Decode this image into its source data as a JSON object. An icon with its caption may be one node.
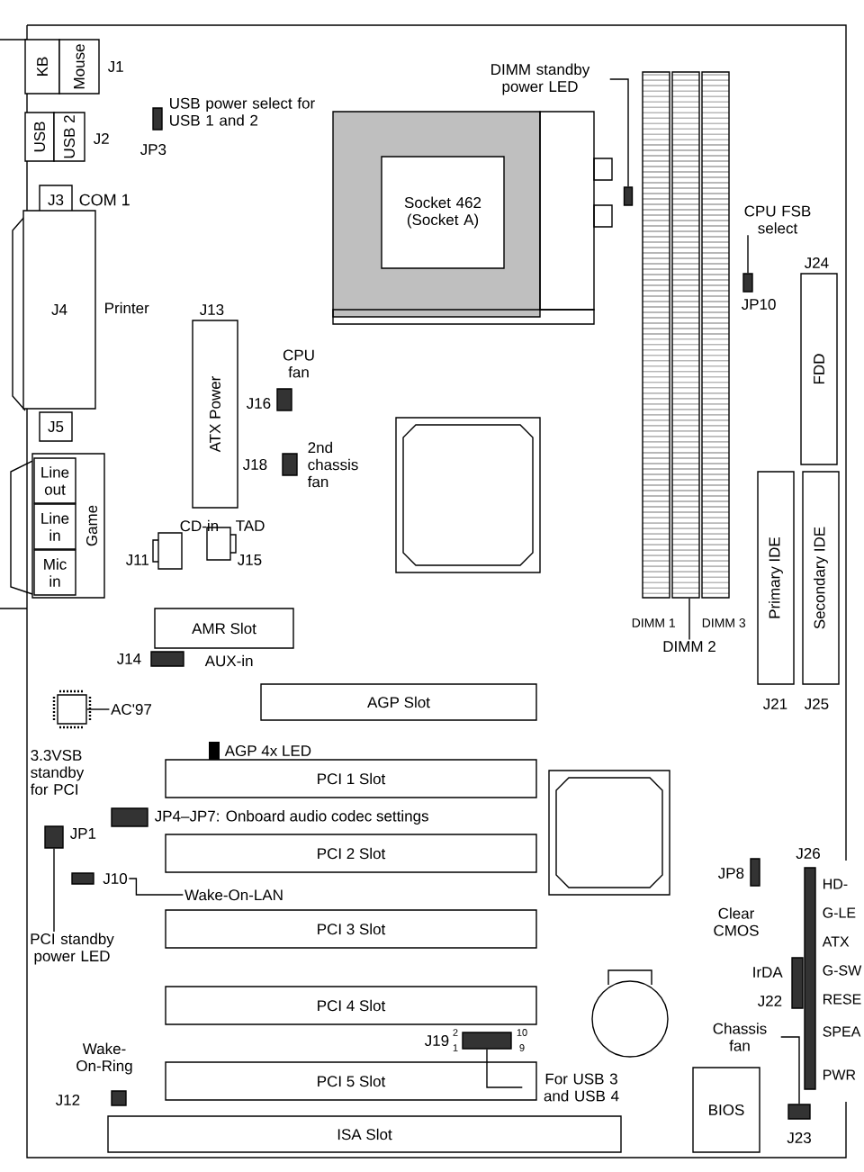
{
  "diagram": {
    "nodes": [
      {
        "text": [
          "KB"
        ]
      },
      {
        "text": [
          "Mouse"
        ]
      },
      {
        "text": [
          "USB"
        ]
      },
      {
        "text": [
          "USB 2"
        ]
      },
      {
        "text": [
          "J3"
        ]
      },
      {
        "text": [
          "J4"
        ]
      },
      {
        "text": [
          "J5"
        ]
      },
      {
        "text": [
          "Game"
        ]
      },
      {
        "text": [
          "Line out"
        ],
        "in": 7
      },
      {
        "text": [
          "Line in"
        ],
        "in": 7
      },
      {
        "text": [
          "Mic in"
        ],
        "in": 7
      },
      {
        "text": [
          "ATX Power"
        ]
      },
      {
        "text": [
          "Socket 462 (Socket A)"
        ]
      },
      {
        "text": [],
        "shape": "box"
      },
      {
        "text": [],
        "shape": "bar"
      },
      {
        "text": [],
        "shape": "bar"
      },
      {
        "text": [],
        "shape": "bar"
      },
      {
        "text": [
          "FDD"
        ]
      },
      {
        "text": [
          "Primary IDE"
        ]
      },
      {
        "text": [
          "Secondary IDE"
        ]
      },
      {
        "text": [
          "AMR Slot"
        ]
      },
      {
        "text": [
          "AGP Slot"
        ]
      },
      {
        "text": [
          "PCI 1 Slot"
        ]
      },
      {
        "text": [
          "PCI 2 Slot"
        ]
      },
      {
        "text": [
          "PCI 3 Slot"
        ]
      },
      {
        "text": [
          "PCI 4 Slot"
        ]
      },
      {
        "text": [
          "PCI 5 Slot"
        ]
      },
      {
        "text": [
          "ISA Slot"
        ]
      },
      {
        "text": [],
        "shape": "box"
      },
      {
        "text": [
          "BIOS"
        ]
      },
      {
        "text": [
          "DIMM standby power LED"
        ]
      },
      {
        "text": [],
        "shape": "box"
      },
      {
        "text": [
          "CPU FSB select"
        ]
      },
      {
        "text": [],
        "shape": "box"
      },
      {
        "text": [],
        "shape": "box"
      },
      {
        "text": [
          "AC'97"
        ]
      },
      {
        "text": [
          "PCI standby power LED"
        ]
      },
      {
        "text": [],
        "shape": "box"
      },
      {
        "text": [
          "Wake-On-LAN"
        ]
      },
      {
        "text": [
          "J10"
        ]
      },
      {
        "text": [
          "For USB 3 and USB 4"
        ]
      },
      {
        "text": [],
        "shape": "box"
      },
      {
        "text": [
          "Chassis fan"
        ]
      },
      {
        "text": [],
        "shape": "box"
      },
      {
        "text": [
          "DIMM 2"
        ]
      }
    ],
    "edges": [
      {
        "from": 30,
        "to": 31,
        "arrow": "none"
      },
      {
        "from": 32,
        "to": 33,
        "arrow": "none"
      },
      {
        "from": 35,
        "to": 34,
        "arrow": "none"
      },
      {
        "from": 36,
        "to": 37,
        "arrow": "none"
      },
      {
        "from": 38,
        "to": 39,
        "arrow": "none"
      },
      {
        "from": 40,
        "to": 41,
        "arrow": "none"
      },
      {
        "from": 42,
        "to": 43,
        "arrow": "none"
      },
      {
        "from": 44,
        "to": 15,
        "arrow": "none"
      }
    ],
    "labels": [
      "J1",
      "USB power select for USB 1 and 2",
      "J2",
      "JP3",
      "COM 1",
      "Printer",
      "J13",
      "CPU fan",
      "J16",
      "J18",
      "2nd chassis fan",
      "CD-in",
      "TAD",
      "J11",
      "J15",
      "J14",
      "AUX-in",
      "3.3VSB standby for PCI",
      "JP1",
      "AGP 4x LED",
      "JP4–JP7: Onboard audio codec settings",
      "Wake-On-Ring",
      "J12",
      "J19",
      "2",
      "1",
      "10",
      "9",
      "JP10",
      "J24",
      "DIMM 1",
      "DIMM 3",
      "J21",
      "J25",
      "JP8",
      "Clear CMOS",
      "J26",
      "HD-",
      "G-LE",
      "ATX",
      "G-SW",
      "RESE",
      "SPEA",
      "PWR",
      "IrDA",
      "J22",
      "J23"
    ]
  }
}
